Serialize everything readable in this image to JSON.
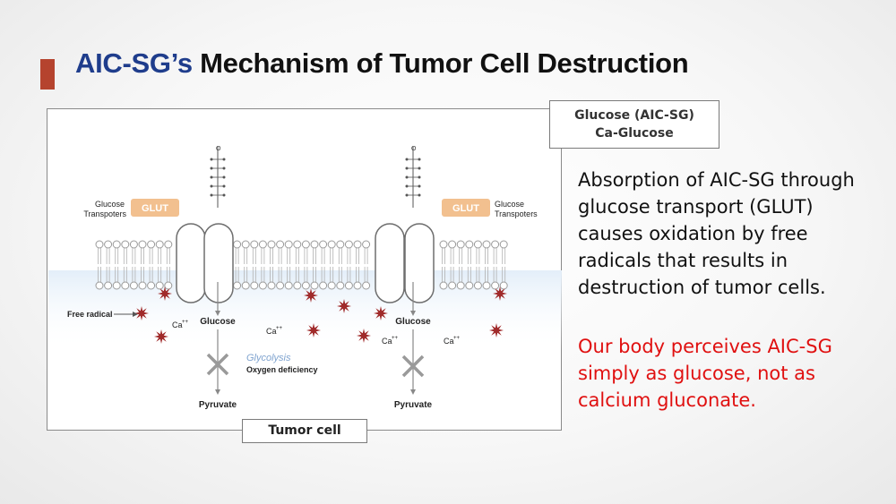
{
  "slide": {
    "title_accent": "AIC-SG’s",
    "title_rest": " Mechanism of Tumor Cell Destruction",
    "accent_color": "#1f3d8c",
    "bar_color": "#b5432e"
  },
  "legend": {
    "line1": "Glucose (AIC-SG)",
    "line2": "Ca-Glucose"
  },
  "diagram": {
    "glut_label": "GLUT",
    "transporter_label_line1": "Glucose",
    "transporter_label_line2": "Transpoters",
    "free_radical_label": "Free radical",
    "glucose_label": "Glucose",
    "ca_label": "Ca",
    "ca_superscript": "++",
    "glycolysis_label": "Glycolysis",
    "oxygen_label": "Oxygen deficiency",
    "pyruvate_label": "Pyruvate",
    "tumor_cell_label": "Tumor cell",
    "glut_color": "#f2c08f",
    "radical_color": "#a02a2a",
    "glycolysis_color": "#7fa3cf"
  },
  "description": {
    "main": "Absorption of AIC-SG through glucose transport (GLUT) causes oxidation by free radicals that results in destruction of tumor cells.",
    "highlight": "Our body perceives AIC-SG simply as glucose, not as calcium gluconate.",
    "highlight_color": "#e01010"
  }
}
